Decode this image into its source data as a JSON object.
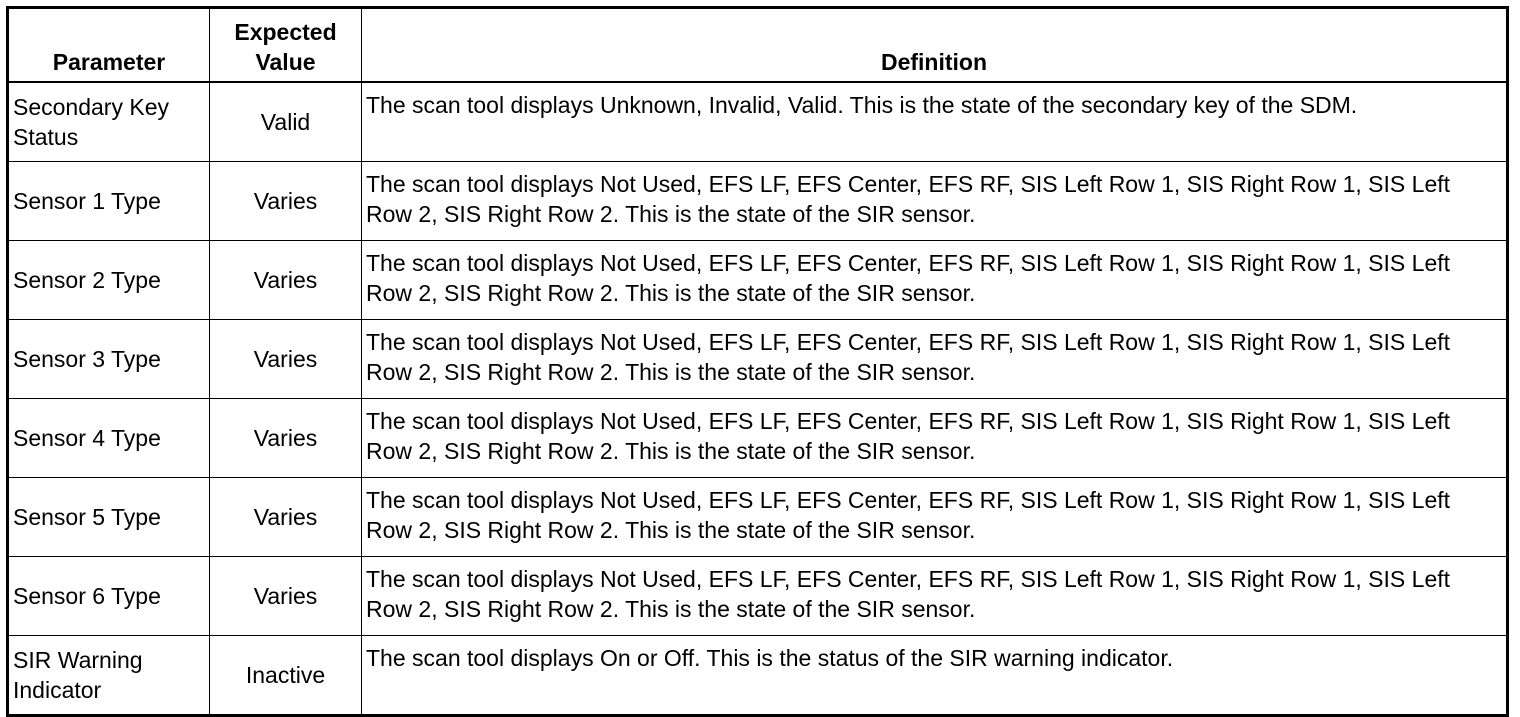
{
  "headers": {
    "parameter": "Parameter",
    "expected_value": "Expected Value",
    "definition": "Definition"
  },
  "rows": [
    {
      "parameter": "Secondary Key Status",
      "expected_value": "Valid",
      "definition": "The scan tool displays Unknown, Invalid, Valid. This is the state of the secondary key of the SDM."
    },
    {
      "parameter": "Sensor 1 Type",
      "expected_value": "Varies",
      "definition": "The scan tool displays Not Used, EFS LF, EFS Center, EFS RF, SIS Left Row 1, SIS Right Row 1, SIS Left Row 2, SIS Right Row 2. This is the state of the SIR sensor."
    },
    {
      "parameter": "Sensor 2 Type",
      "expected_value": "Varies",
      "definition": "The scan tool displays Not Used, EFS LF, EFS Center, EFS RF, SIS Left Row 1, SIS Right Row 1, SIS Left Row 2, SIS Right Row 2. This is the state of the SIR sensor."
    },
    {
      "parameter": "Sensor 3 Type",
      "expected_value": "Varies",
      "definition": "The scan tool displays Not Used, EFS LF, EFS Center, EFS RF, SIS Left Row 1, SIS Right Row 1, SIS Left Row 2, SIS Right Row 2. This is the state of the SIR sensor."
    },
    {
      "parameter": "Sensor 4 Type",
      "expected_value": "Varies",
      "definition": "The scan tool displays Not Used, EFS LF, EFS Center, EFS RF, SIS Left Row 1, SIS Right Row 1, SIS Left Row 2, SIS Right Row 2. This is the state of the SIR sensor."
    },
    {
      "parameter": "Sensor 5 Type",
      "expected_value": "Varies",
      "definition": "The scan tool displays Not Used, EFS LF, EFS Center, EFS RF, SIS Left Row 1, SIS Right Row 1, SIS Left Row 2, SIS Right Row 2. This is the state of the SIR sensor."
    },
    {
      "parameter": "Sensor 6 Type",
      "expected_value": "Varies",
      "definition": "The scan tool displays Not Used, EFS LF, EFS Center, EFS RF, SIS Left Row 1, SIS Right Row 1, SIS Left Row 2, SIS Right Row 2. This is the state of the SIR sensor."
    },
    {
      "parameter": "SIR Warning Indicator",
      "expected_value": "Inactive",
      "definition": "The scan tool displays On or Off. This is the status of the SIR warning indicator."
    }
  ]
}
